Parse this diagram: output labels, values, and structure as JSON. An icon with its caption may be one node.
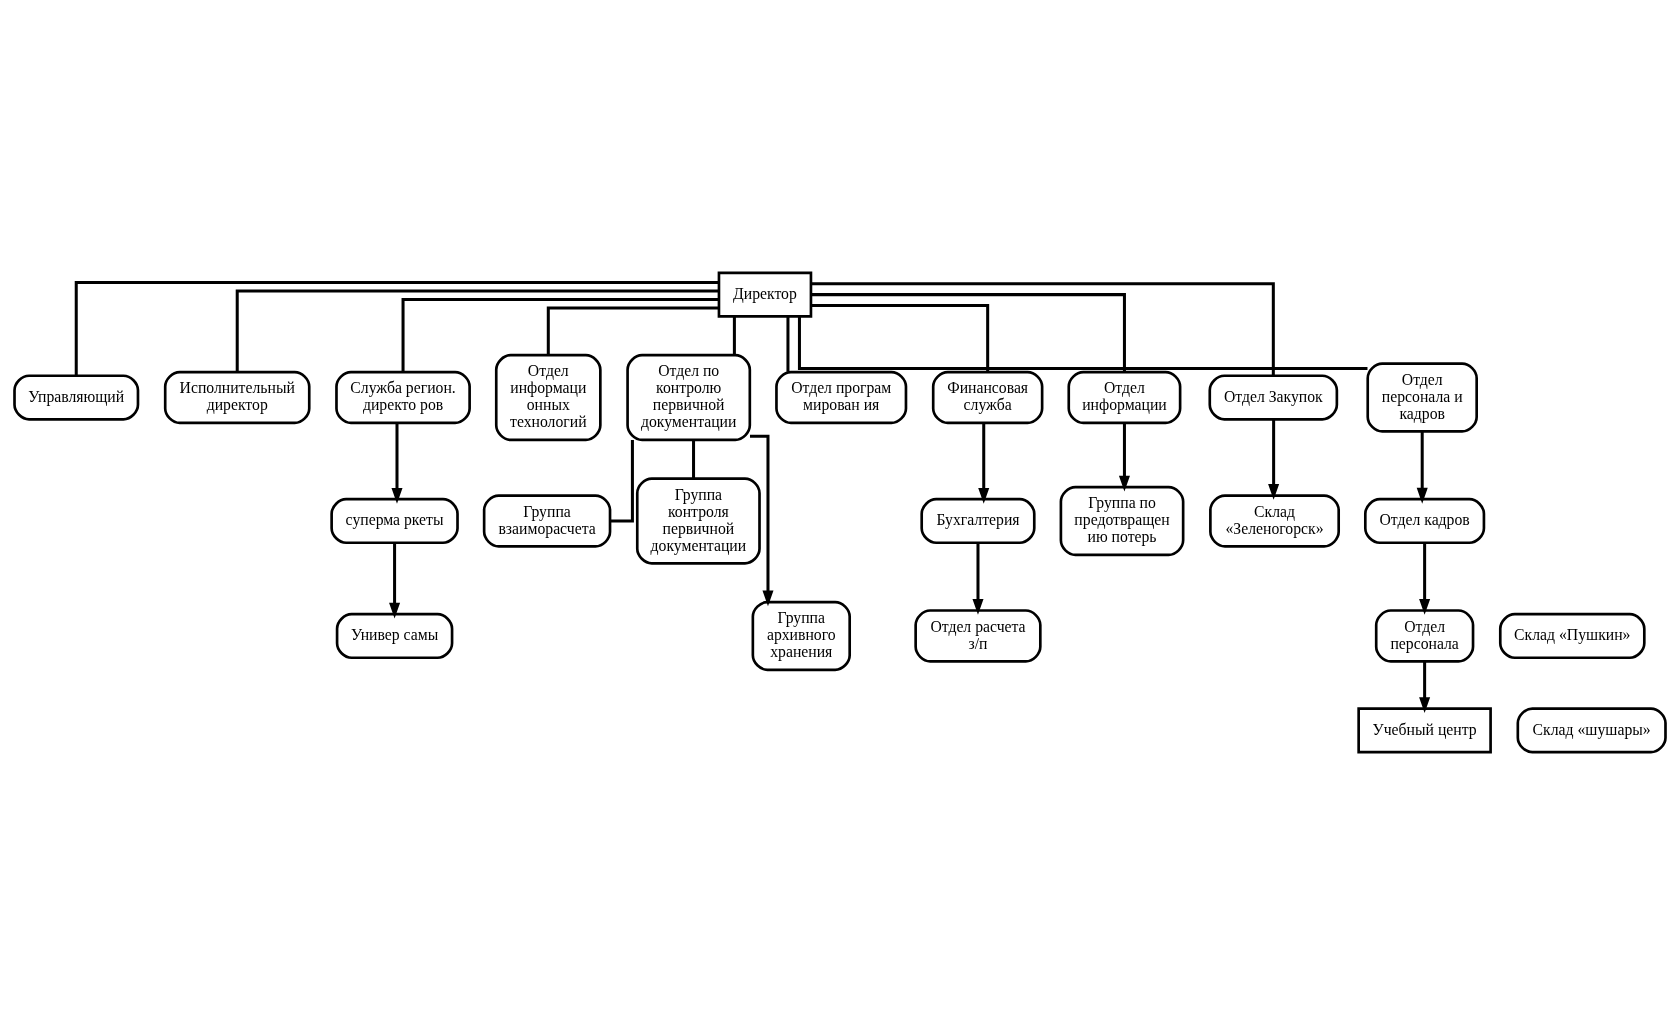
{
  "diagram": {
    "nodes": [
      {
        "text": [
          "Директор"
        ]
      },
      {
        "text": [
          "Управляющий"
        ]
      },
      {
        "text": [
          "Исполнительный директор"
        ]
      },
      {
        "text": [
          "Служба регион. директо ров"
        ]
      },
      {
        "text": [
          "Отдел информаци онных технологий"
        ]
      },
      {
        "text": [
          "Отдел по контролю первичной документации"
        ]
      },
      {
        "text": [
          "Отдел програм мирован ия"
        ]
      },
      {
        "text": [
          "Финансовая служба"
        ]
      },
      {
        "text": [
          "Отдел информации"
        ]
      },
      {
        "text": [
          "Отдел Закупок"
        ]
      },
      {
        "text": [
          "Отдел персонала и кадров"
        ]
      },
      {
        "text": [
          "суперма ркеты"
        ]
      },
      {
        "text": [
          "Универ самы"
        ]
      },
      {
        "text": [
          "Группа взаиморасчета"
        ]
      },
      {
        "text": [
          "Группа контроля первичной документации"
        ]
      },
      {
        "text": [
          "Группа архивного хранения"
        ]
      },
      {
        "text": [
          "Бухгалтерия"
        ]
      },
      {
        "text": [
          "Отдел расчета з/п"
        ]
      },
      {
        "text": [
          "Группа по предотвращен ию потерь"
        ]
      },
      {
        "text": [
          "Склад «Зеленогорск»"
        ]
      },
      {
        "text": [
          "Склад «Пушкин»"
        ]
      },
      {
        "text": [
          "Склад «шушары»"
        ]
      },
      {
        "text": [
          "Отдел кадров"
        ]
      },
      {
        "text": [
          "Отдел персонала"
        ]
      },
      {
        "text": [
          "Учебный центр"
        ]
      }
    ],
    "edges": [
      {
        "from": 0,
        "to": 1,
        "arrow": "none"
      },
      {
        "from": 0,
        "to": 2,
        "arrow": "none"
      },
      {
        "from": 0,
        "to": 3,
        "arrow": "none"
      },
      {
        "from": 0,
        "to": 4,
        "arrow": "none"
      },
      {
        "from": 0,
        "to": 5,
        "arrow": "none"
      },
      {
        "from": 0,
        "to": 6,
        "arrow": "none"
      },
      {
        "from": 0,
        "to": 7,
        "arrow": "none"
      },
      {
        "from": 0,
        "to": 8,
        "arrow": "none"
      },
      {
        "from": 0,
        "to": 9,
        "arrow": "none"
      },
      {
        "from": 0,
        "to": 10,
        "arrow": "none"
      },
      {
        "from": 3,
        "to": 11,
        "arrow": "to"
      },
      {
        "from": 11,
        "to": 12,
        "arrow": "to"
      },
      {
        "from": 5,
        "to": 13,
        "arrow": "none"
      },
      {
        "from": 5,
        "to": 14,
        "arrow": "none"
      },
      {
        "from": 5,
        "to": 15,
        "arrow": "to"
      },
      {
        "from": 7,
        "to": 16,
        "arrow": "to"
      },
      {
        "from": 16,
        "to": 17,
        "arrow": "to"
      },
      {
        "from": 8,
        "to": 18,
        "arrow": "to"
      },
      {
        "from": 9,
        "to": 19,
        "arrow": "to"
      },
      {
        "from": 10,
        "to": 22,
        "arrow": "to"
      },
      {
        "from": 22,
        "to": 23,
        "arrow": "to"
      },
      {
        "from": 23,
        "to": 24,
        "arrow": "to"
      }
    ]
  }
}
